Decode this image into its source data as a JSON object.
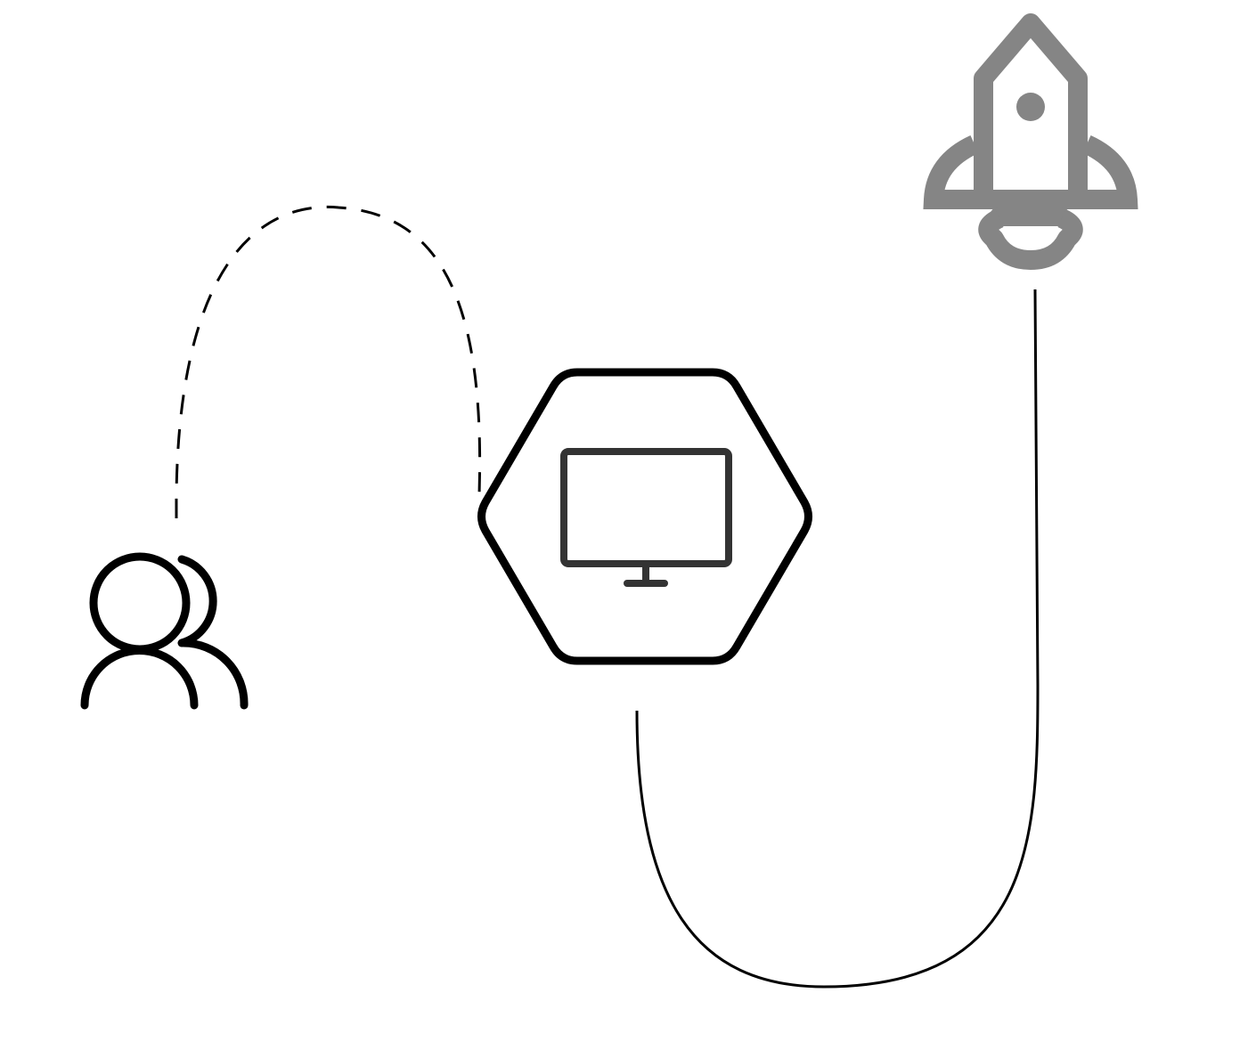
{
  "diagram": {
    "nodes": [
      {
        "id": "users",
        "icon": "users-icon"
      },
      {
        "id": "desktop",
        "icon": "monitor-icon",
        "container": "hexagon"
      },
      {
        "id": "deploy",
        "icon": "rocket-icon"
      }
    ],
    "edges": [
      {
        "from": "users",
        "to": "desktop",
        "style": "dashed"
      },
      {
        "from": "desktop",
        "to": "deploy",
        "style": "solid"
      }
    ],
    "colors": {
      "primary": "#000000",
      "monitor": "#333333",
      "rocket": "#858585",
      "background": "#ffffff"
    }
  }
}
